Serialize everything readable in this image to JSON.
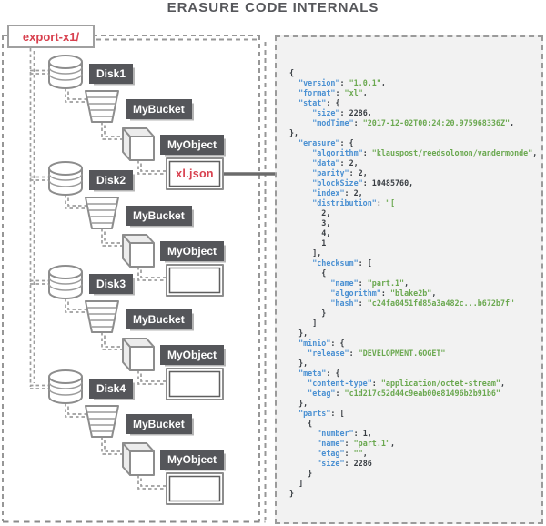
{
  "title": "ERASURE CODE INTERNALS",
  "colors": {
    "accent-red": "#d8414f",
    "key-blue": "#4a90d2",
    "string-green": "#6aa84f",
    "code-dark": "#383d42",
    "label-bg": "#55565a",
    "title-gray": "#56575b",
    "panel-bg": "#f2f2f2",
    "line-gray": "#9e9e9e"
  },
  "tree": {
    "root_label": "export-x1/",
    "bucket_label": "MyBucket",
    "object_label": "MyObject",
    "file_label": "xl.json",
    "disks": [
      {
        "label": "Disk1"
      },
      {
        "label": "Disk2"
      },
      {
        "label": "Disk3"
      },
      {
        "label": "Disk4"
      }
    ]
  },
  "code_panel": {
    "json_lines": [
      "{",
      "  \"version\": \"1.0.1\",",
      "  \"format\": \"xl\",",
      "  \"stat\": {",
      "     \"size\": 2286,",
      "     \"modTime\": \"2017-12-02T00:24:20.975968336Z\",",
      "},",
      "  \"erasure\": {",
      "     \"algorithm\": \"klauspost/reedsolomon/vandermonde\",",
      "     \"data\": 2,",
      "     \"parity\": 2,",
      "     \"blockSize\": 10485760,",
      "     \"index\": 2,",
      "     \"distribution\": \"[",
      "       2,",
      "       3,",
      "       4,",
      "       1",
      "     ],",
      "     \"checksum\": [",
      "       {",
      "         \"name\": \"part.1\",",
      "         \"algorithm\": \"blake2b\",",
      "         \"hash\": \"c24fa0451fd85a3a482c...b672b7f\"",
      "       }",
      "     ]",
      "  },",
      "  \"minio\": {",
      "    \"release\": \"DEVELOPMENT.GOGET\"",
      "  },",
      "  \"meta\": {",
      "    \"content-type\": \"application/octet-stream\",",
      "    \"etag\": \"c1d217c52d44c9eab00e81496b2b91b6\"",
      "  },",
      "  \"parts\": [",
      "    {",
      "      \"number\": 1,",
      "      \"name\": \"part.1\",",
      "      \"etag\": \"\",",
      "      \"size\": 2286",
      "    }",
      "  ]",
      "}"
    ]
  }
}
